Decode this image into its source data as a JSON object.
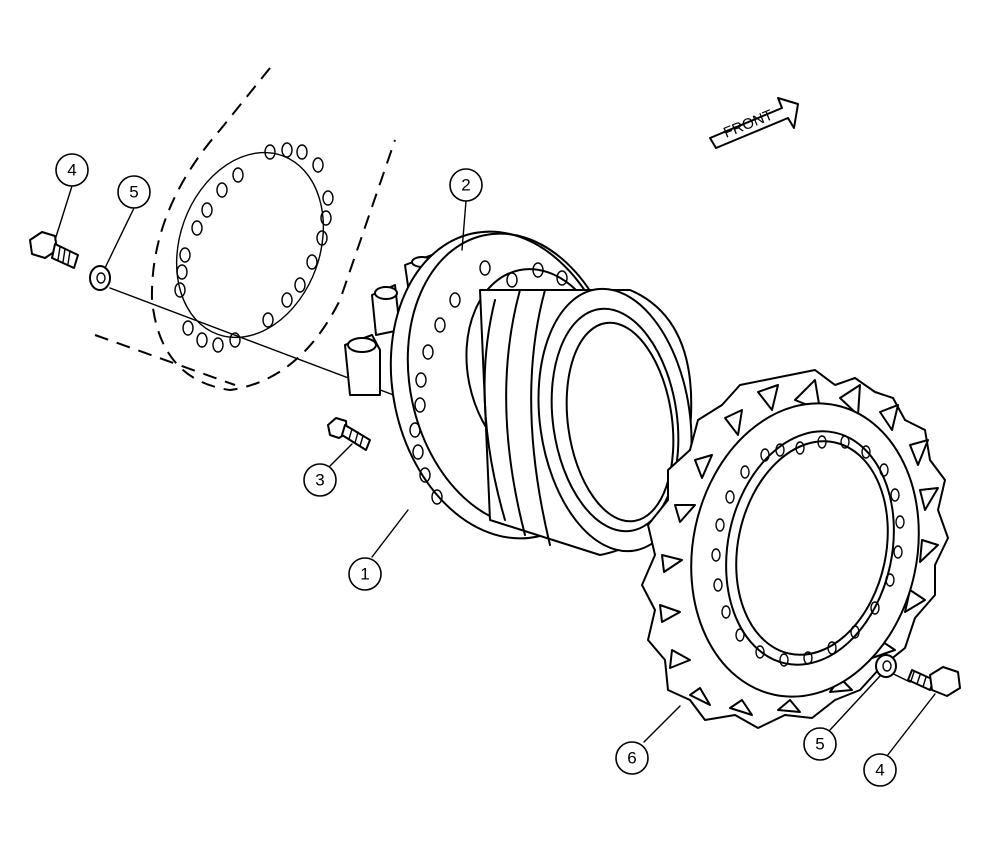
{
  "direction_label": "FRONT",
  "callouts": [
    {
      "id": "c4a",
      "label": "4"
    },
    {
      "id": "c5a",
      "label": "5"
    },
    {
      "id": "c2",
      "label": "2"
    },
    {
      "id": "c3",
      "label": "3"
    },
    {
      "id": "c1",
      "label": "1"
    },
    {
      "id": "c6",
      "label": "6"
    },
    {
      "id": "c5b",
      "label": "5"
    },
    {
      "id": "c4b",
      "label": "4"
    }
  ]
}
